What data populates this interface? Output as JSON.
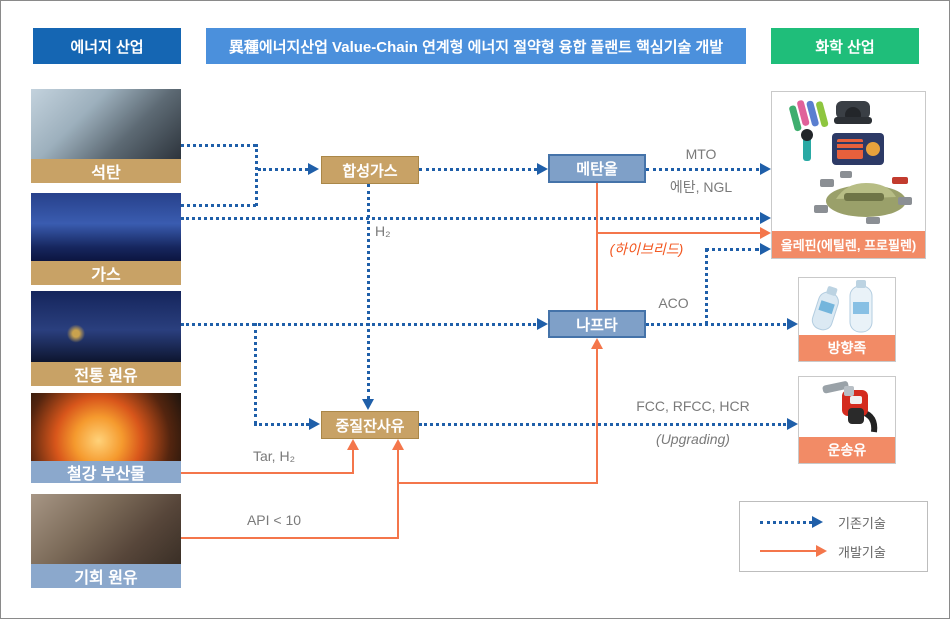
{
  "headers": {
    "energy": "에너지 산업",
    "main": "異種에너지산업 Value-Chain 연계형 에너지 절약형 융합 플랜트 핵심기술 개발",
    "chemical": "화학 산업"
  },
  "sources": [
    {
      "label": "석탄"
    },
    {
      "label": "가스"
    },
    {
      "label": "전통 원유"
    },
    {
      "label": "철강 부산물"
    },
    {
      "label": "기회 원유"
    }
  ],
  "nodes": {
    "syngas": "합성가스",
    "methanol": "메탄올",
    "naphtha": "나프타",
    "heavy_residue": "중질잔사유"
  },
  "products": [
    {
      "label": "올레핀(에틸렌, 프로필렌)"
    },
    {
      "label": "방향족"
    },
    {
      "label": "운송유"
    }
  ],
  "edge_labels": {
    "mto": "MTO",
    "ethane_ngl": "에탄, NGL",
    "h2": "H₂",
    "hybrid": "(하이브리드)",
    "aco": "ACO",
    "fcc": "FCC, RFCC, HCR",
    "upgrading": "(Upgrading)",
    "tar_h2": "Tar, H₂",
    "api": "API < 10"
  },
  "legend": {
    "existing": "기존기술",
    "developed": "개발기술"
  },
  "colors": {
    "header_dark_blue": "#1566b3",
    "header_light_blue": "#4b90dc",
    "header_green": "#1fbe7a",
    "node_tan": "#c8a266",
    "node_blue": "#7fa0c8",
    "source_label_blue": "#8ba8cc",
    "product_label_salmon": "#f28b66",
    "edge_existing_blue": "#1f5fa9",
    "edge_developed_orange": "#f4764b"
  }
}
